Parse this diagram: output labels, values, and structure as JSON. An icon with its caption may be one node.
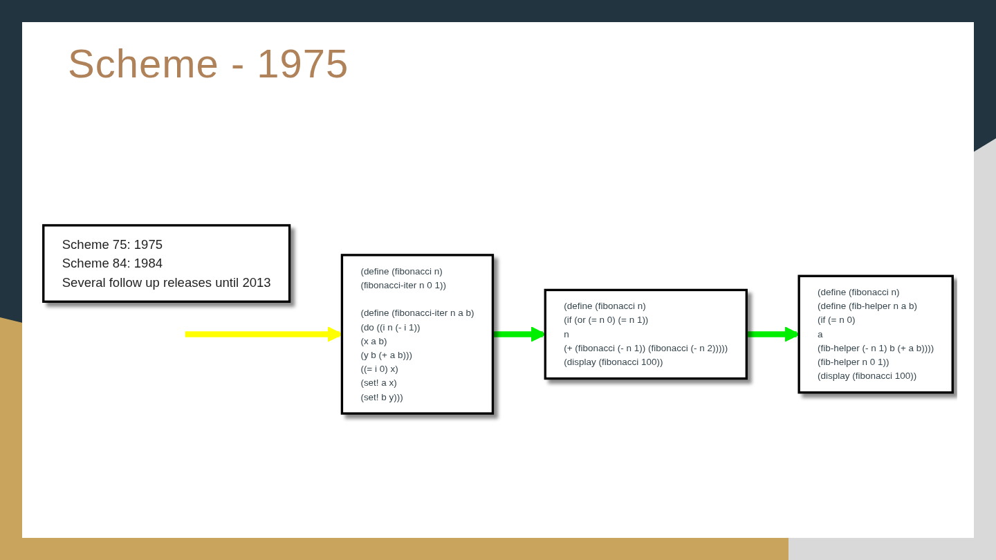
{
  "diagram": {
    "title": "Scheme - 1975",
    "nodes": [
      {
        "text": [
          "(define (fibonacci n)",
          "(fibonacci-iter n 0 1))",
          "(define (fibonacci-iter n a b)",
          "(do ((i n (- i 1))",
          "(x a b)",
          "(y b (+ a b)))",
          "((= i 0) x)",
          "(set! a x)",
          "(set! b y)))"
        ]
      },
      {
        "text": [
          "(define (fibonacci n)",
          "(if (or (= n 0) (= n 1))",
          "n",
          "(+ (fibonacci (- n 1)) (fibonacci (- n 2)))))",
          "(display (fibonacci 100))"
        ]
      },
      {
        "text": [
          "(define (fibonacci n)",
          "(define (fib-helper n a b)",
          "(if (= n 0)",
          "a",
          "(fib-helper (- n 1) b (+ a b))))",
          "(fib-helper n 0 1))",
          "(display (fibonacci 100))"
        ]
      },
      {
        "text": [
          "Scheme 75: 1975",
          "Scheme 84: 1984",
          "Several follow up releases until 2013"
        ]
      }
    ],
    "edges": [
      {
        "from": 0,
        "to": 1,
        "arrow": "to"
      },
      {
        "from": 1,
        "to": 2,
        "arrow": "to"
      },
      {
        "from": null,
        "to": 0,
        "arrow": "to",
        "color": "#ffff00"
      }
    ]
  }
}
